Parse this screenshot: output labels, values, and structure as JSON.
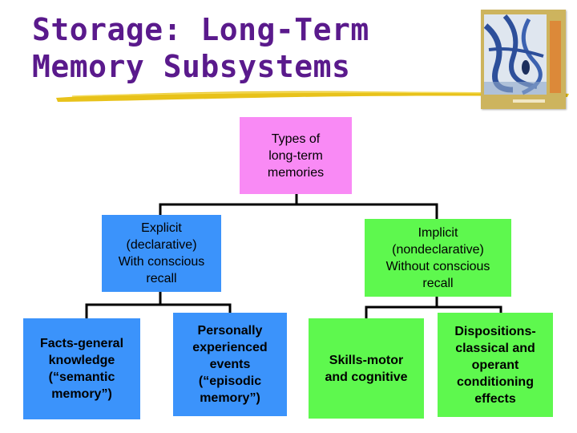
{
  "title": {
    "line1": "Storage: Long-Term",
    "line2": "Memory Subsystems"
  },
  "colors": {
    "title": "#5a1a8c",
    "root": "#f98af5",
    "explicit_branch": "#3b93fb",
    "implicit_branch": "#5ef84e",
    "underline": "#e8c21a"
  },
  "diagram": {
    "root": "Types of\nlong-term\nmemories",
    "explicit": "Explicit\n(declarative)\nWith conscious\nrecall",
    "implicit": "Implicit\n(nondeclarative)\nWithout  conscious\nrecall",
    "semantic": "Facts-general\nknowledge\n(“semantic\nmemory”)",
    "episodic": "Personally\nexperienced\nevents\n(“episodic\nmemory”)",
    "skills": "Skills-motor\nand cognitive",
    "dispositions": "Dispositions-\nclassical and\noperant\nconditioning\neffects"
  }
}
